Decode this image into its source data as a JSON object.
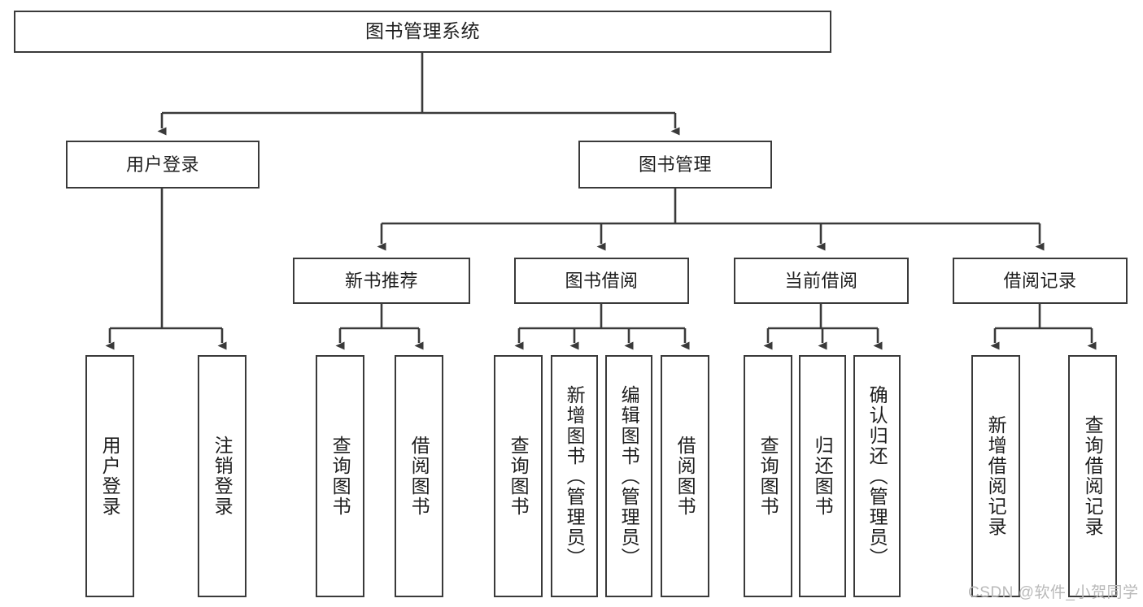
{
  "diagram": {
    "title": "图书管理系统",
    "type": "functional-structure-tree",
    "watermark": "CSDN @软件_小贺同学",
    "line_color": "#3a3a3a",
    "box_fill": "#ffffff",
    "text_color": "#1e1e1e"
  },
  "nodes": {
    "root": {
      "label": "图书管理系统"
    },
    "level2": [
      {
        "id": "user-login",
        "label": "用户登录"
      },
      {
        "id": "book-management",
        "label": "图书管理"
      }
    ],
    "level3": [
      {
        "id": "new-book-recommend",
        "label": "新书推荐"
      },
      {
        "id": "book-borrow",
        "label": "图书借阅"
      },
      {
        "id": "current-borrow",
        "label": "当前借阅"
      },
      {
        "id": "borrow-record",
        "label": "借阅记录"
      }
    ],
    "leaves": {
      "user_login": [
        {
          "id": "leaf-user-login",
          "label": "用户登录"
        },
        {
          "id": "leaf-logout-login",
          "label": "注销登录"
        }
      ],
      "new_book_recommend": [
        {
          "id": "leaf-query-book-1",
          "label": "查询图书"
        },
        {
          "id": "leaf-borrow-book-1",
          "label": "借阅图书"
        }
      ],
      "book_borrow": [
        {
          "id": "leaf-query-book-2",
          "label": "查询图书"
        },
        {
          "id": "leaf-add-book",
          "label": "新增图书（管理员）"
        },
        {
          "id": "leaf-edit-book",
          "label": "编辑图书（管理员）"
        },
        {
          "id": "leaf-borrow-book-2",
          "label": "借阅图书"
        }
      ],
      "current_borrow": [
        {
          "id": "leaf-query-book-3",
          "label": "查询图书"
        },
        {
          "id": "leaf-return-book",
          "label": "归还图书"
        },
        {
          "id": "leaf-confirm-return",
          "label": "确认归还（管理员）"
        }
      ],
      "borrow_record": [
        {
          "id": "leaf-add-record",
          "label": "新增借阅记录"
        },
        {
          "id": "leaf-query-record",
          "label": "查询借阅记录"
        }
      ]
    }
  }
}
